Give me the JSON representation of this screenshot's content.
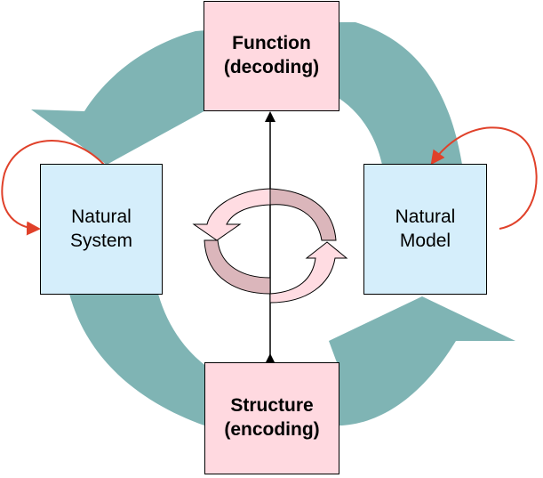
{
  "boxes": {
    "function": {
      "line1": "Function",
      "line2": "(decoding)"
    },
    "structure": {
      "line1": "Structure",
      "line2": "(encoding)"
    },
    "system": {
      "line1": "Natural",
      "line2": "System"
    },
    "model": {
      "line1": "Natural",
      "line2": "Model"
    }
  },
  "colors": {
    "big_arrow": "#7fb4b4",
    "small_arrow_fill": "#dbb6bb",
    "small_arrow_light": "#ffdce2",
    "self_loop": "#e0412a",
    "pink_box": "#ffd9e0",
    "blue_box": "#d5eefb"
  }
}
